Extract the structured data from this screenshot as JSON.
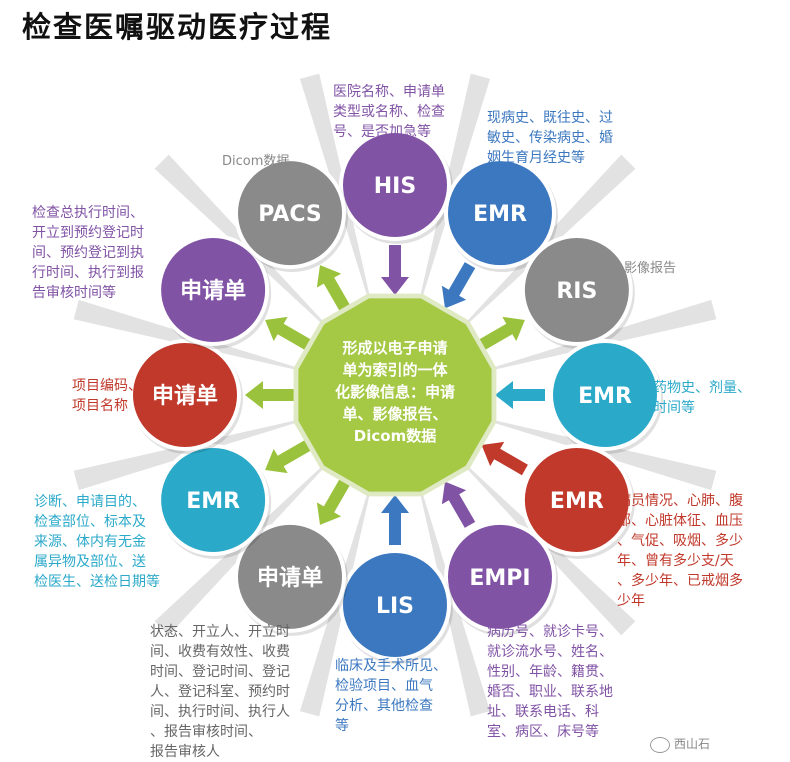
{
  "title": "检查医嘱驱动医疗过程",
  "center_text": [
    "形成以电子申请",
    "单为索引的一体",
    "化影像信息：申请",
    "单、影像报告、",
    "Dicom数据"
  ],
  "colors": {
    "purple": "#8153a5",
    "blue": "#3c78c0",
    "grey": "#8a8a8a",
    "cyan": "#2ba9c9",
    "red": "#c0392b",
    "green": "#9ac23c",
    "center": "#a5c845",
    "spoke": "#e2e2e2"
  },
  "nodes": [
    {
      "label": "HIS",
      "color": "purple"
    },
    {
      "label": "EMR",
      "color": "blue"
    },
    {
      "label": "RIS",
      "color": "grey"
    },
    {
      "label": "EMR",
      "color": "cyan"
    },
    {
      "label": "EMR",
      "color": "red"
    },
    {
      "label": "EMPI",
      "color": "purple"
    },
    {
      "label": "LIS",
      "color": "blue"
    },
    {
      "label": "申请单",
      "color": "grey"
    },
    {
      "label": "EMR",
      "color": "cyan"
    },
    {
      "label": "申请单",
      "color": "red"
    },
    {
      "label": "申请单",
      "color": "purple"
    },
    {
      "label": "PACS",
      "color": "grey"
    }
  ],
  "descriptions": [
    {
      "id": "his",
      "color": "#8153a5",
      "lines": [
        "医院名称、申请单",
        "类型或名称、检查",
        "号、是否加急等"
      ]
    },
    {
      "id": "emr-history",
      "color": "#3c78c0",
      "lines": [
        "现病史、既往史、过",
        "敏史、传染病史、婚",
        "姻生育月经史等"
      ]
    },
    {
      "id": "emr-drug",
      "color": "#2ba9c9",
      "lines": [
        "药物史、剂量、",
        "时间等"
      ]
    },
    {
      "id": "emr-patient",
      "color": "#c0392b",
      "lines": [
        "病员情况、心肺、腹",
        "部、心脏体征、血压",
        "、气促、吸烟、多少",
        "年、曾有多少支/天",
        "、多少年、已戒烟多",
        "少年"
      ]
    },
    {
      "id": "empi",
      "color": "#8153a5",
      "lines": [
        "病历号、就诊卡号、",
        "就诊流水号、姓名、",
        "性别、年龄、籍贯、",
        "婚否、职业、联系地",
        "址、联系电话、科",
        "室、病区、床号等"
      ]
    },
    {
      "id": "lis",
      "color": "#3c78c0",
      "lines": [
        "临床及手术所见、",
        "检验项目、血气",
        "分析、其他检查",
        "等"
      ]
    },
    {
      "id": "apply-status",
      "color": "#666666",
      "lines": [
        "状态、开立人、开立时",
        "间、收费有效性、收费",
        "时间、登记时间、登记",
        "人、登记科室、预约时",
        "间、执行时间、执行人",
        "、报告审核时间、",
        "报告审核人"
      ]
    },
    {
      "id": "emr-diagnosis",
      "color": "#2ba9c9",
      "lines": [
        "诊断、申请目的、",
        "检查部位、标本及",
        "来源、体内有无金",
        "属异物及部位、送",
        "检医生、送检日期等"
      ]
    },
    {
      "id": "apply-item",
      "color": "#c0392b",
      "lines": [
        "项目编码、",
        "项目名称"
      ]
    },
    {
      "id": "apply-time",
      "color": "#8153a5",
      "lines": [
        "检查总执行时间、",
        "开立到预约登记时",
        "间、预约登记到执",
        "行时间、执行到报",
        "告审核时间等"
      ]
    }
  ],
  "tags": {
    "dicom": "Dicom数据",
    "report": "影像报告"
  },
  "watermark": "西山石"
}
